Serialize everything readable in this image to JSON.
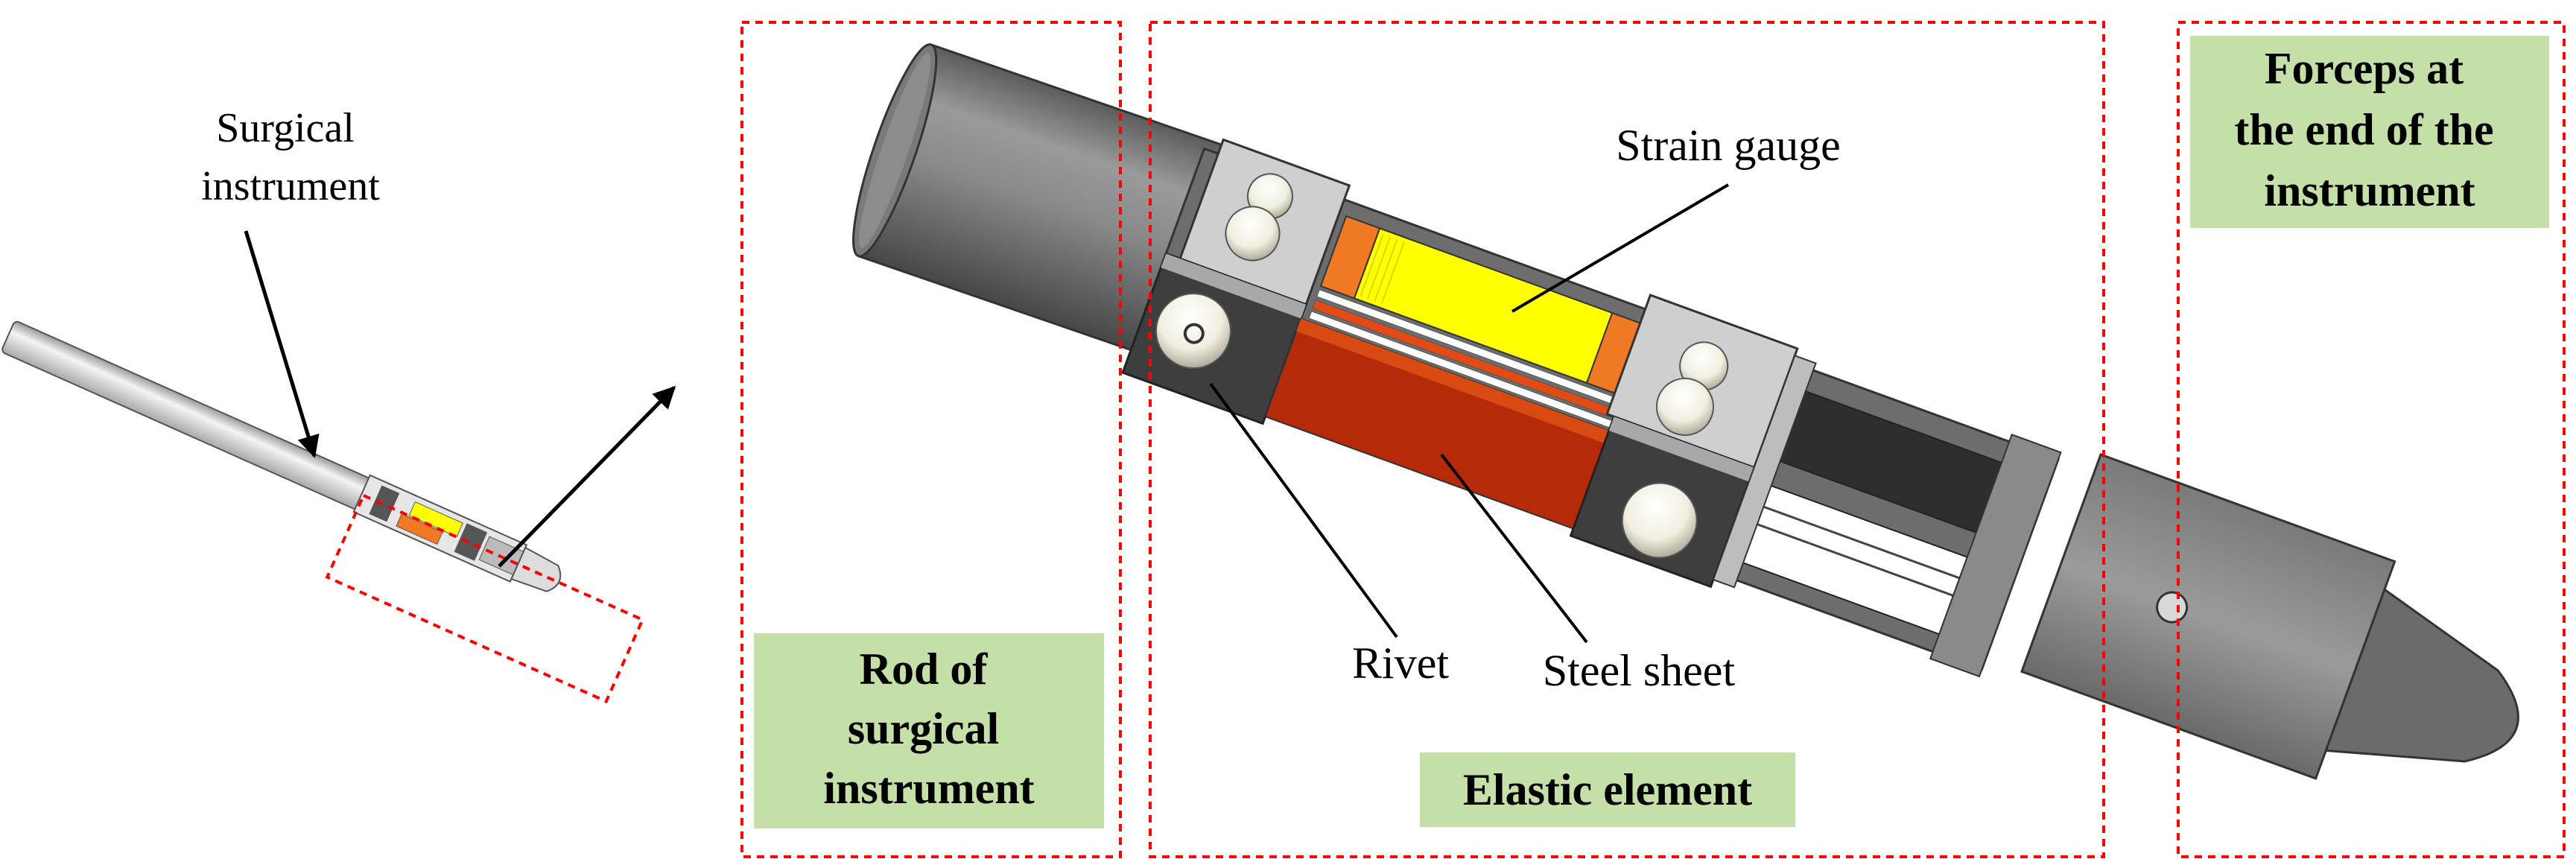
{
  "labels": {
    "surgical_instrument": [
      "Surgical",
      "instrument"
    ],
    "strain_gauge": "Strain gauge",
    "rivet": "Rivet",
    "steel_sheet": "Steel sheet"
  },
  "regions": {
    "rod": [
      "Rod of",
      "surgical",
      "instrument"
    ],
    "elastic": "Elastic element",
    "forceps": [
      "Forceps at",
      "the end of the",
      "instrument"
    ]
  },
  "colors": {
    "region_box": "#ff0000",
    "label_background": "#c5dfa9",
    "strain_gauge": "#ffff00",
    "strain_gauge_end": "#f07a24",
    "steel_sheet": "#b52a08",
    "steel_sheet_light": "#d94a12",
    "body_gray": "#7d7d7d",
    "block_gray": "#cfcfcf",
    "dark_gray": "#3e3e3e"
  }
}
